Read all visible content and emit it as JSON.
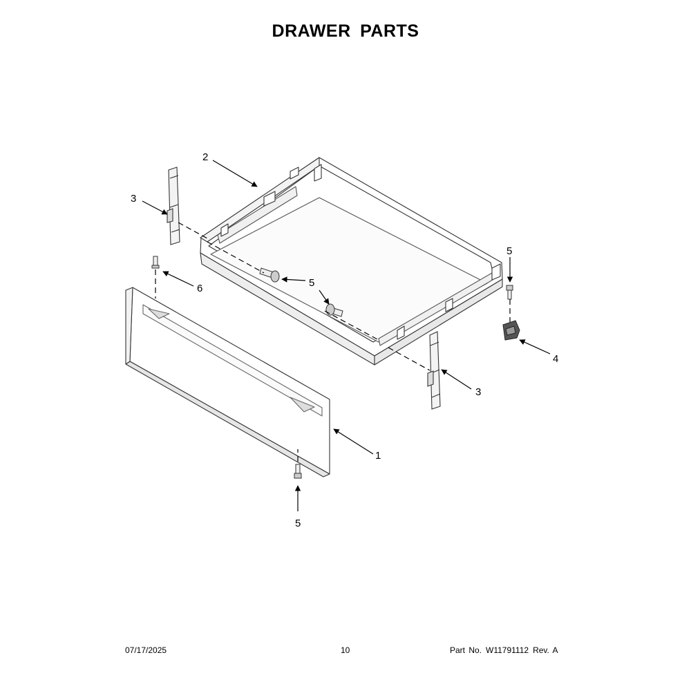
{
  "title": "DRAWER PARTS",
  "callouts": {
    "drawer_front": "1",
    "drawer_body": "2",
    "slide_left": "3",
    "slide_right": "3",
    "bracket": "4",
    "screw_right": "5",
    "screw_middle": "5",
    "screw_bottom": "5",
    "stud": "6"
  },
  "footer": {
    "date": "07/17/2025",
    "page": "10",
    "part_label": "Part No.",
    "part_number": "W11791112",
    "revision": "Rev. A"
  }
}
